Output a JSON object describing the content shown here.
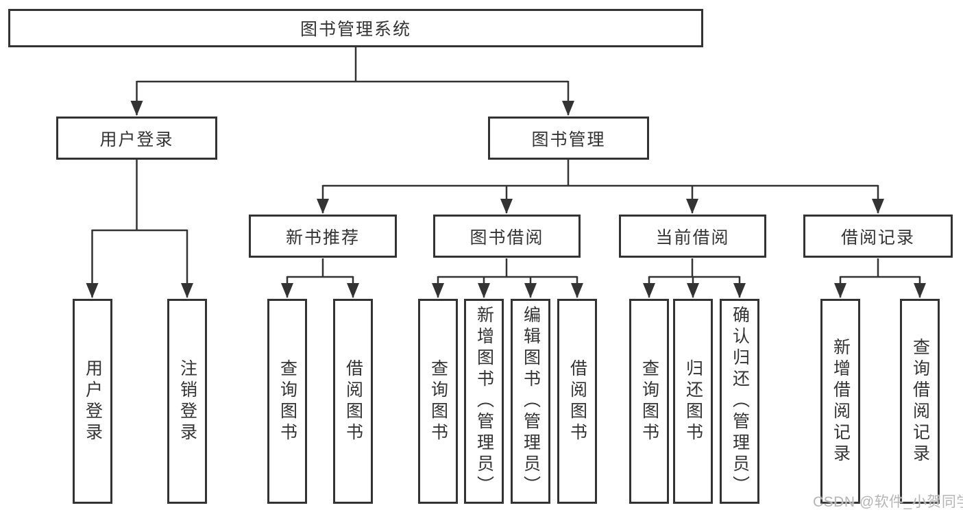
{
  "diagram": {
    "title": "图书管理系统",
    "root": {
      "label": "图书管理系统"
    },
    "level2": [
      {
        "label": "用户登录",
        "parent": "图书管理系统"
      },
      {
        "label": "图书管理",
        "parent": "图书管理系统"
      }
    ],
    "level3": [
      {
        "label": "新书推荐",
        "parent": "图书管理"
      },
      {
        "label": "图书借阅",
        "parent": "图书管理"
      },
      {
        "label": "当前借阅",
        "parent": "图书管理"
      },
      {
        "label": "借阅记录",
        "parent": "图书管理"
      }
    ],
    "leaves": [
      {
        "label": "用户登录",
        "parent": "用户登录"
      },
      {
        "label": "注销登录",
        "parent": "用户登录"
      },
      {
        "label": "查询图书",
        "parent": "新书推荐"
      },
      {
        "label": "借阅图书",
        "parent": "新书推荐"
      },
      {
        "label": "查询图书",
        "parent": "图书借阅"
      },
      {
        "label": "新增图书（管理员）",
        "parent": "图书借阅"
      },
      {
        "label": "编辑图书（管理员）",
        "parent": "图书借阅"
      },
      {
        "label": "借阅图书",
        "parent": "图书借阅"
      },
      {
        "label": "查询图书",
        "parent": "当前借阅"
      },
      {
        "label": "归还图书",
        "parent": "当前借阅"
      },
      {
        "label": "确认归还（管理员）",
        "parent": "当前借阅"
      },
      {
        "label": "新增借阅记录",
        "parent": "借阅记录"
      },
      {
        "label": "查询借阅记录",
        "parent": "借阅记录"
      }
    ],
    "structure": {
      "图书管理系统": [
        "用户登录",
        "图书管理"
      ],
      "用户登录": [
        "用户登录",
        "注销登录"
      ],
      "图书管理": [
        "新书推荐",
        "图书借阅",
        "当前借阅",
        "借阅记录"
      ],
      "新书推荐": [
        "查询图书",
        "借阅图书"
      ],
      "图书借阅": [
        "查询图书",
        "新增图书（管理员）",
        "编辑图书（管理员）",
        "借阅图书"
      ],
      "当前借阅": [
        "查询图书",
        "归还图书",
        "确认归还（管理员）"
      ],
      "借阅记录": [
        "新增借阅记录",
        "查询借阅记录"
      ]
    }
  },
  "watermark": {
    "text": "CSDN @软件_小贺同学"
  },
  "colors": {
    "line": "#333333",
    "box_border": "#333333",
    "text": "#333333",
    "background": "#ffffff",
    "watermark": "#b5b5b5"
  }
}
